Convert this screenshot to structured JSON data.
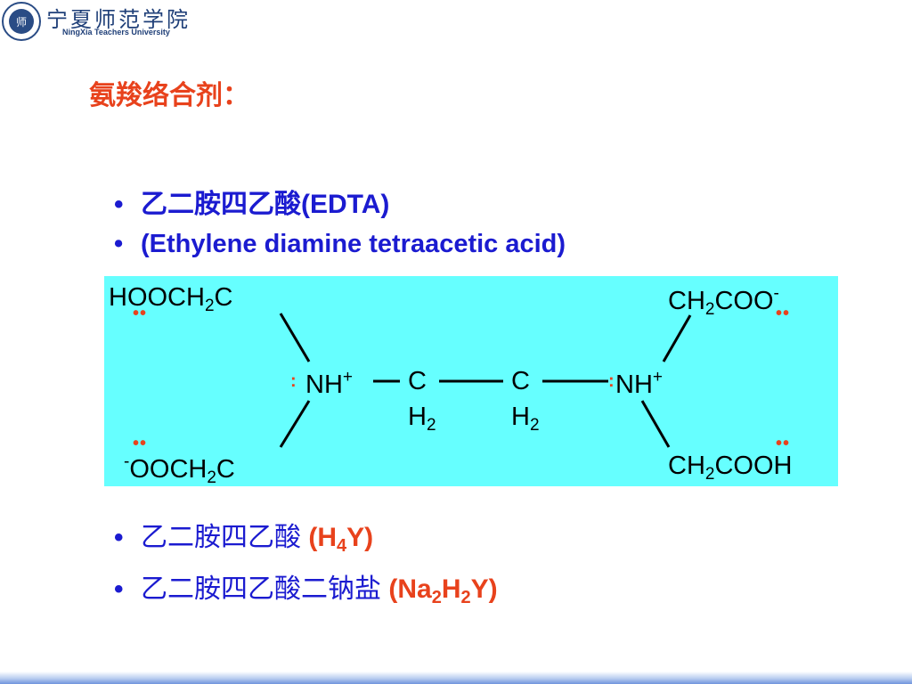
{
  "header": {
    "school_name_cn": "宁夏师范学院",
    "school_name_en": "NingXia Teachers University",
    "logo_text": "师"
  },
  "heading": "氨羧络合剂：",
  "bullets": {
    "b1_cn": "乙二胺四乙酸",
    "b1_abbr": "(EDTA)",
    "b2_text": "(Ethylene diamine tetraacetic acid)",
    "b3_cn": "乙二胺四乙酸",
    "b3_open": "(H",
    "b3_sub": "4",
    "b3_close": "Y)",
    "b4_cn": "乙二胺四乙酸二钠盐",
    "b4_open": "(Na",
    "b4_sub1": "2",
    "b4_mid": "H",
    "b4_sub2": "2",
    "b4_close": "Y)",
    "bullet_char": "•"
  },
  "molecule": {
    "tl_a": "HOOCH",
    "tl_sub": "2",
    "tl_b": "C",
    "tr_a": "CH",
    "tr_sub": "2",
    "tr_b": "COO",
    "tr_sup": "-",
    "bl_sup": "-",
    "bl_a": "OOCH",
    "bl_sub": "2",
    "bl_b": "C",
    "br_a": "CH",
    "br_sub": "2",
    "br_b": "COOH",
    "nh_left": "NH",
    "nh_left_sup": "+",
    "nh_right": "NH",
    "nh_right_sup": "+",
    "c1": "C",
    "c2": "C",
    "h2a": "H",
    "h2a_sub": "2",
    "h2b": "H",
    "h2b_sub": "2",
    "lone_pair_h": "••",
    "lone_pair_v": ":"
  },
  "colors": {
    "heading_red": "#e8421c",
    "bullet_blue": "#1b1bd0",
    "molecule_bg": "#66ffff"
  }
}
